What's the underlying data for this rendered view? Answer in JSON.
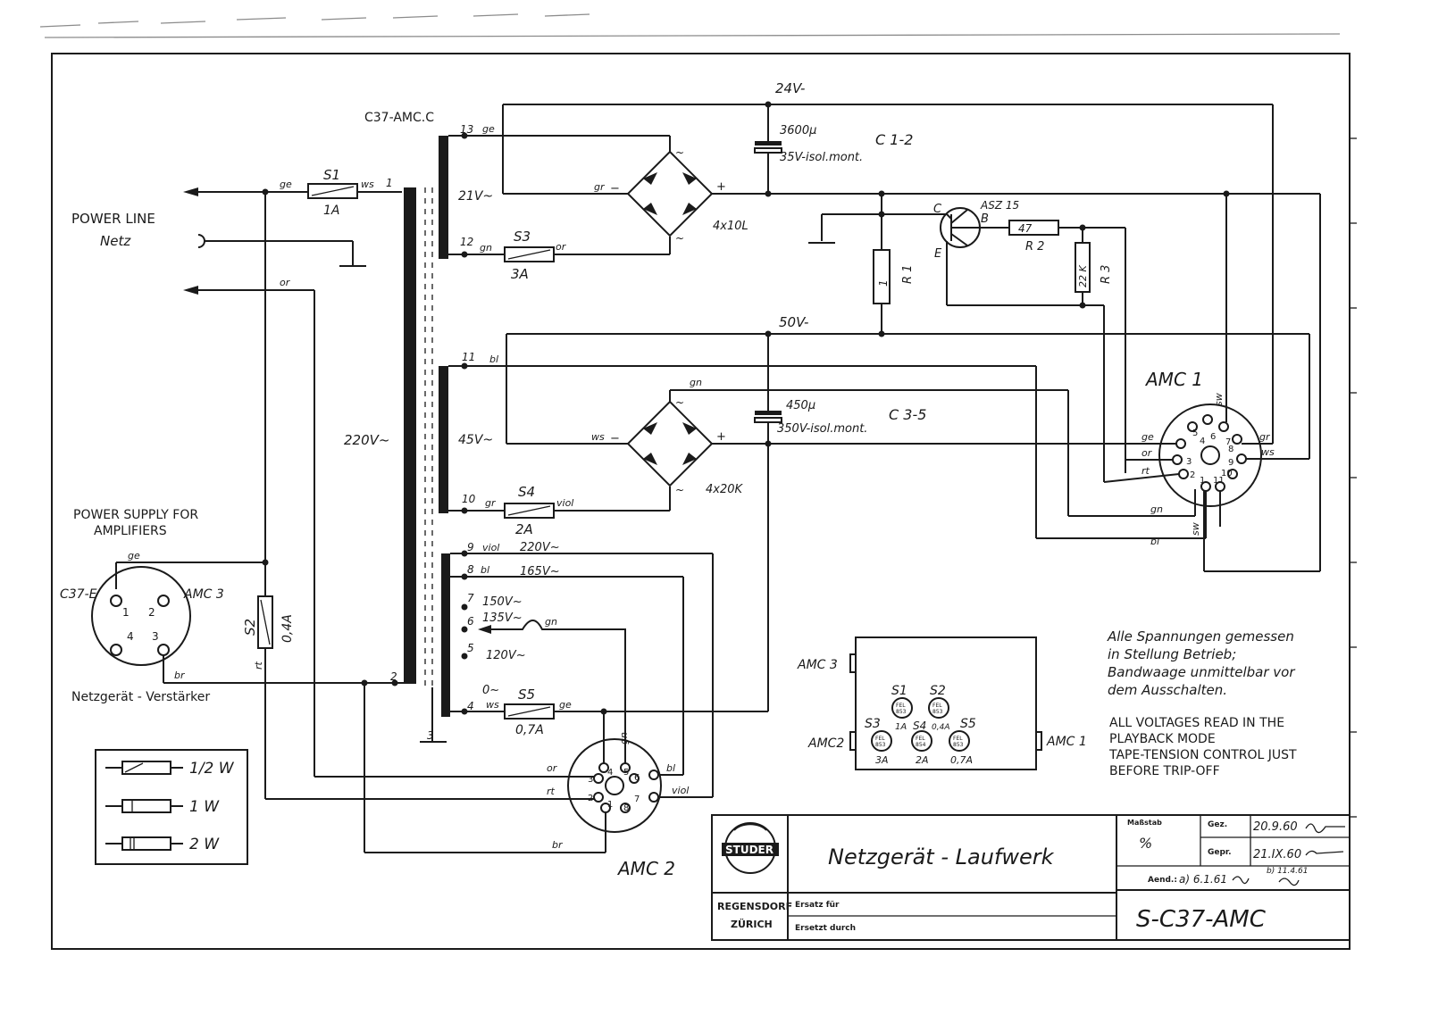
{
  "power_line": {
    "label": "POWER LINE",
    "label_de": "Netz"
  },
  "transformer": {
    "name": "C37-AMC.C",
    "primary": "220V~",
    "terminals": [
      "1",
      "2",
      "3",
      "13",
      "12",
      "11",
      "10",
      "9",
      "8",
      "7",
      "6",
      "5",
      "4"
    ],
    "sec1": "21V~",
    "sec2": "45V~",
    "taps": [
      "220V~",
      "165V~",
      "150V~",
      "135V~",
      "120V~",
      "0~"
    ]
  },
  "fuses": [
    {
      "name": "S1",
      "value": "1A"
    },
    {
      "name": "S3",
      "value": "3A"
    },
    {
      "name": "S4",
      "value": "2A"
    },
    {
      "name": "S5",
      "value": "0,7A"
    },
    {
      "name": "S2",
      "value": "0,4A"
    }
  ],
  "wire_colors": [
    "ge",
    "ws",
    "or",
    "gn",
    "bl",
    "viol",
    "rt",
    "br",
    "sw",
    "gr"
  ],
  "rectifiers": [
    {
      "value": "4x10L"
    },
    {
      "value": "4x20K"
    }
  ],
  "capacitors": [
    {
      "name": "C 1-2",
      "value": "3600µ",
      "spec": "35V-isol.mont."
    },
    {
      "name": "C 3-5",
      "value": "450µ",
      "spec": "350V-isol.mont."
    }
  ],
  "rails": {
    "v24": "24V-",
    "v50": "50V-"
  },
  "transistor": {
    "type": "ASZ 15",
    "c": "C",
    "b": "B",
    "e": "E"
  },
  "resistors": [
    {
      "name": "R 1",
      "value": "1"
    },
    {
      "name": "R 2",
      "value": "47"
    },
    {
      "name": "R 3",
      "value": "22 K"
    }
  ],
  "connectors": {
    "amc1": {
      "label": "AMC 1",
      "pins": [
        "1",
        "2",
        "3",
        "4",
        "5",
        "6",
        "7",
        "8",
        "9",
        "10",
        "11"
      ]
    },
    "amc2": {
      "label": "AMC 2",
      "pins": [
        "1",
        "2",
        "3",
        "4",
        "5",
        "6",
        "7",
        "8"
      ]
    },
    "amc3": {
      "label": "AMC 3",
      "pins": [
        "1",
        "2",
        "3",
        "4"
      ],
      "plug": "C37-E"
    }
  },
  "psu_caption": {
    "line1": "POWER SUPPLY FOR",
    "line2": "AMPLIFIERS"
  },
  "amc3_caption": "Netzgerät - Verstärker",
  "legend": [
    {
      "label": "1/2 W"
    },
    {
      "label": "1 W"
    },
    {
      "label": "2 W"
    }
  ],
  "layout_box": {
    "labels": [
      "AMC 3",
      "AMC2",
      "AMC 1"
    ],
    "fuses": [
      {
        "name": "S1",
        "value": "1A"
      },
      {
        "name": "S2",
        "value": ""
      },
      {
        "name": "S3",
        "value": "3A"
      },
      {
        "name": "S4",
        "value": "0,4A"
      },
      {
        "name": "S5",
        "value": "0,7A"
      },
      {
        "name": "",
        "value": "2A"
      }
    ],
    "fuse_holder": [
      "FEL",
      "853",
      "854"
    ]
  },
  "notes": {
    "de": [
      "Alle Spannungen gemessen",
      "in Stellung Betrieb;",
      "Bandwaage unmittelbar vor",
      "dem Ausschalten."
    ],
    "en": [
      "ALL VOLTAGES READ IN THE",
      "PLAYBACK MODE",
      "TAPE-TENSION CONTROL JUST",
      "BEFORE TRIP-OFF"
    ]
  },
  "title_block": {
    "brand": "STUDER",
    "city1": "REGENSDORF",
    "city2": "ZÜRICH",
    "title": "Netzgerät - Laufwerk",
    "massstab_label": "Maßstab",
    "massstab_value": "%",
    "gez_label": "Gez.",
    "gez_value": "20.9.60",
    "gepr_label": "Gepr.",
    "gepr_value": "21.IX.60",
    "aend_label": "Aend.:",
    "aend_a": "a) 6.1.61",
    "aend_b": "b) 11.4.61",
    "ersatz_fuer": "Ersatz für",
    "ersetzt_durch": "Ersetzt durch",
    "drawing_no": "S-C37-AMC"
  }
}
